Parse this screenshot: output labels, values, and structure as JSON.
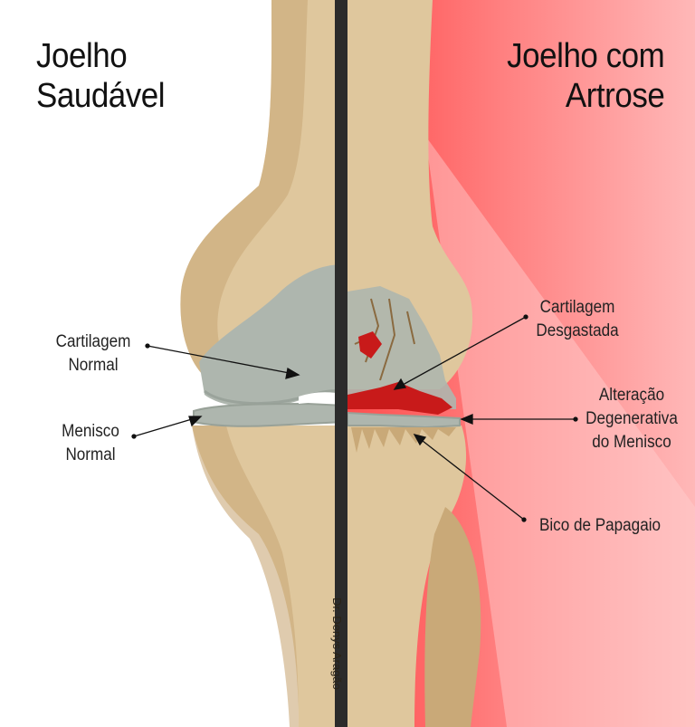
{
  "titles": {
    "left_line1": "Joelho",
    "left_line2": "Saudável",
    "right_line1": "Joelho com",
    "right_line2": "Artrose"
  },
  "labels": {
    "normal_cartilage_line1": "Cartilagem",
    "normal_cartilage_line2": "Normal",
    "normal_meniscus_line1": "Menisco",
    "normal_meniscus_line2": "Normal",
    "worn_cartilage_line1": "Cartilagem",
    "worn_cartilage_line2": "Desgastada",
    "meniscus_change_line1": "Alteração",
    "meniscus_change_line2": "Degenerativa",
    "meniscus_change_line3": "do Menisco",
    "bone_spur": "Bico de Papagaio"
  },
  "credit": "Dr. Denys Aragão",
  "colors": {
    "bone": "#dfc79d",
    "bone_shadow": "#c9a978",
    "cartilage": "#aeb6ae",
    "damage": "#c81a1a",
    "inflammation": "#ff5a5a",
    "divider": "#2b2b2b"
  }
}
